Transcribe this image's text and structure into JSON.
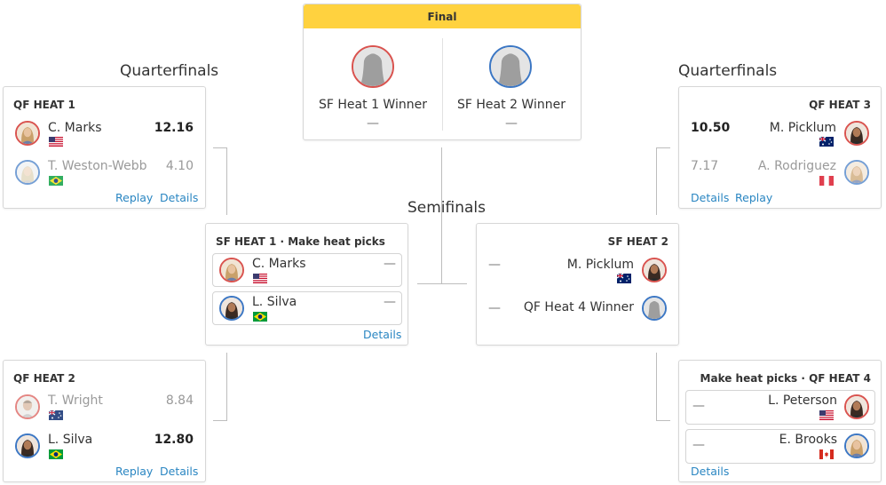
{
  "rounds": {
    "qf_left": "Quarterfinals",
    "qf_right": "Quarterfinals",
    "semis": "Semifinals"
  },
  "final": {
    "header": "Final",
    "left": {
      "label": "SF Heat 1 Winner",
      "score": "—"
    },
    "right": {
      "label": "SF Heat 2 Winner",
      "score": "—"
    }
  },
  "qf1": {
    "title": "QF HEAT 1",
    "surfers": [
      {
        "name": "C. Marks",
        "score": "12.16",
        "flag": "USA"
      },
      {
        "name": "T. Weston-Webb",
        "score": "4.10",
        "flag": "Brazil"
      }
    ],
    "links": [
      "Replay",
      "Details"
    ]
  },
  "qf2": {
    "title": "QF HEAT 2",
    "surfers": [
      {
        "name": "T. Wright",
        "score": "8.84",
        "flag": "Australia"
      },
      {
        "name": "L. Silva",
        "score": "12.80",
        "flag": "Brazil"
      }
    ],
    "links": [
      "Replay",
      "Details"
    ]
  },
  "qf3": {
    "title": "QF HEAT 3",
    "surfers": [
      {
        "name": "M. Picklum",
        "score": "10.50",
        "flag": "Australia"
      },
      {
        "name": "A. Rodriguez",
        "score": "7.17",
        "flag": "Peru"
      }
    ],
    "links": [
      "Details",
      "Replay"
    ]
  },
  "qf4": {
    "title": "Make heat picks · QF HEAT 4",
    "surfers": [
      {
        "name": "L. Peterson",
        "score": "—",
        "flag": "USA"
      },
      {
        "name": "E. Brooks",
        "score": "—",
        "flag": "Canada"
      }
    ],
    "links": [
      "Details"
    ]
  },
  "sf1": {
    "title": "SF HEAT 1 · Make heat picks",
    "surfers": [
      {
        "name": "C. Marks",
        "score": "—",
        "flag": "USA"
      },
      {
        "name": "L. Silva",
        "score": "—",
        "flag": "Brazil"
      }
    ],
    "links": [
      "Details"
    ]
  },
  "sf2": {
    "title": "SF HEAT 2",
    "surfers": [
      {
        "name": "M. Picklum",
        "score": "—",
        "flag": "Australia"
      },
      {
        "name": "QF Heat 4 Winner",
        "score": "—",
        "flag": ""
      }
    ]
  },
  "colors": {
    "final_header_bg": "#ffd23f",
    "link": "#2a86c2",
    "avatar_red": "#d9534f",
    "avatar_blue": "#3c77c4"
  }
}
